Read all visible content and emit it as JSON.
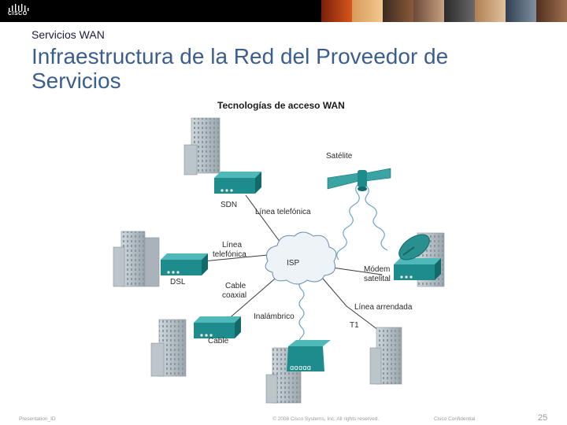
{
  "header": {
    "logo_text": "CISCO"
  },
  "section_label": "Servicios WAN",
  "title": "Infraestructura de la Red del Proveedor de Servicios",
  "diagram": {
    "title": "Tecnologías de acceso WAN",
    "labels": {
      "satellite": "Satélite",
      "isdn": "SDN",
      "phone_line_top": "Línea telefónica",
      "phone_line_left_1": "Línea",
      "phone_line_left_2": "telefónica",
      "isp": "ISP",
      "modem_1": "Módem",
      "modem_2": "satelital",
      "dsl": "DSL",
      "coax_1": "Cable",
      "coax_2": "coaxial",
      "leased": "Línea arrendada",
      "wireless": "Inalámbrico",
      "t1": "T1",
      "cable": "Cable"
    }
  },
  "footer": {
    "presentation_id": "Presentation_ID",
    "copyright": "© 2008 Cisco Systems, Inc. All rights reserved.",
    "confidential": "Cisco Confidential",
    "page": "25"
  },
  "colors": {
    "title": "#3b5e8c",
    "device_teal": "#1e8c8c",
    "building": "#b8c2c8"
  }
}
